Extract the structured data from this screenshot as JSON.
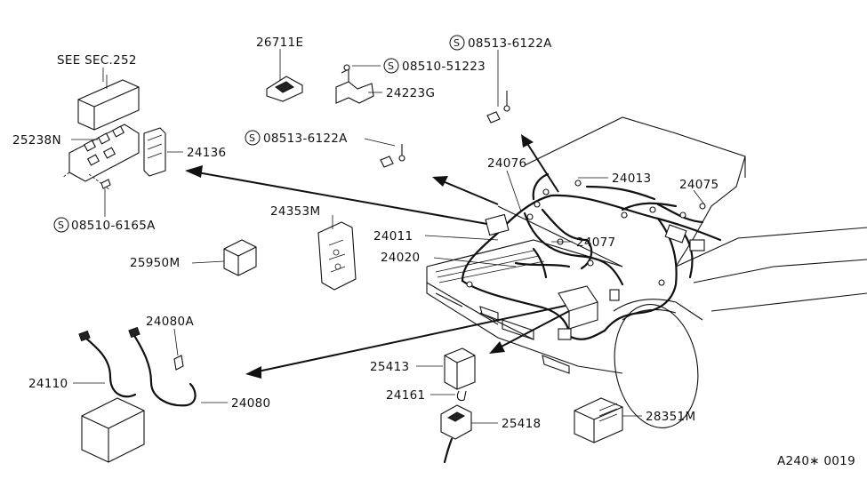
{
  "diagram": {
    "reference_code": "A240∗ 0019",
    "labels": {
      "see_sec": "SEE SEC.252",
      "p25238N": "25238N",
      "p24136": "24136",
      "bolt_08510_6165A": "08510-6165A",
      "p26711E": "26711E",
      "bolt_08510_51223": "08510-51223",
      "p24223G": "24223G",
      "bolt_08513_6122A_top": "08513-6122A",
      "bolt_08513_6122A_mid": "08513-6122A",
      "p24353M": "24353M",
      "p25950M": "25950M",
      "p24080A": "24080A",
      "p24110": "24110",
      "p24080": "24080",
      "p24076": "24076",
      "p24013": "24013",
      "p24075": "24075",
      "p24011": "24011",
      "p24077": "24077",
      "p24020": "24020",
      "p25413": "25413",
      "p24161": "24161",
      "p25418": "25418",
      "p28351M": "28351M"
    },
    "screw_marker": "S"
  }
}
